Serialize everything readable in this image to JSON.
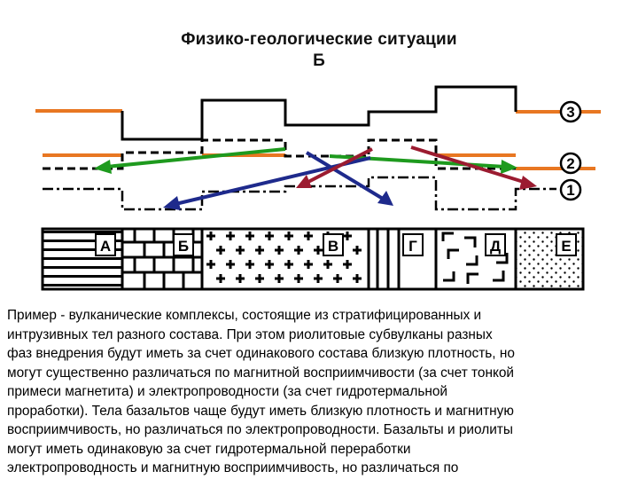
{
  "title": "Физико-геологические ситуации",
  "subtitle": "Б",
  "horizons": [
    {
      "label": "3",
      "marker_name": "horizon-marker-3"
    },
    {
      "label": "2",
      "marker_name": "horizon-marker-2"
    },
    {
      "label": "1",
      "marker_name": "horizon-marker-1"
    }
  ],
  "rock_columns": [
    "А",
    "Б",
    "В",
    "Г",
    "Д",
    "Е"
  ],
  "colors": {
    "orange": "#e87722",
    "green": "#1e9a1e",
    "navy": "#1e2a8c",
    "dark_red": "#9b1b30",
    "line": "#000000"
  },
  "caption": "Пример - вулканические комплексы, состоящие из стратифицированных и\nинтрузивных тел разного состава. При этом риолитовые субвулканы разных\nфаз внедрения будут иметь за счет одинакового состава близкую плотность, но\nмогут существенно различаться по магнитной восприимчивости (за счет тонкой\nпримеси магнетита) и электропроводности (за счет гидротермальной\nпроработки). Тела базальтов чаще будут иметь близкую плотность и магнитную\nвосприимчивость, но различаться по электропроводности. Базальты и риолиты\nмогут иметь одинаковую за счет гидротермальной переработки\nэлектропроводность и магнитную восприимчивость, но различаться по"
}
